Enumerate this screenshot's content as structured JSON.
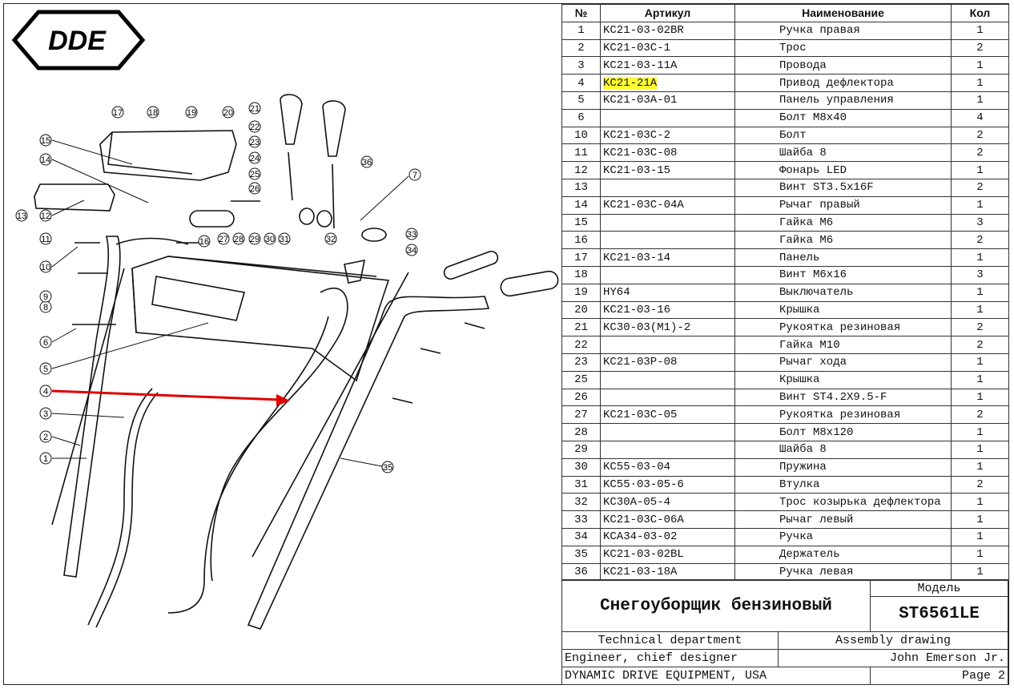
{
  "logo": {
    "text": "DDE"
  },
  "table": {
    "headers": {
      "num": "№",
      "article": "Артикул",
      "name": "Наименование",
      "qty": "Кол"
    },
    "rows": [
      {
        "num": "1",
        "article": "KC21-03-02BR",
        "name": "Ручка правая",
        "qty": "1"
      },
      {
        "num": "2",
        "article": "KC21-03C-1",
        "name": "Трос",
        "qty": "2"
      },
      {
        "num": "3",
        "article": "KC21-03-11A",
        "name": "Провода",
        "qty": "1"
      },
      {
        "num": "4",
        "article": "KC21-21A",
        "name": "Привод дефлектора",
        "qty": "1",
        "highlight": true
      },
      {
        "num": "5",
        "article": "KC21-03A-01",
        "name": "Панель управления",
        "qty": "1"
      },
      {
        "num": "6",
        "article": "",
        "name": "Болт М8х40",
        "qty": "4"
      },
      {
        "num": "10",
        "article": "KC21-03C-2",
        "name": "Болт",
        "qty": "2"
      },
      {
        "num": "11",
        "article": "KC21-03C-08",
        "name": "Шайба 8",
        "qty": "2"
      },
      {
        "num": "12",
        "article": "KC21-03-15",
        "name": "Фонарь LED",
        "qty": "1"
      },
      {
        "num": "13",
        "article": "",
        "name": "Винт ST3.5х16F",
        "qty": "2"
      },
      {
        "num": "14",
        "article": "KC21-03C-04A",
        "name": "Рычаг правый",
        "qty": "1"
      },
      {
        "num": "15",
        "article": "",
        "name": "Гайка М6",
        "qty": "3"
      },
      {
        "num": "16",
        "article": "",
        "name": "Гайка М6",
        "qty": "2"
      },
      {
        "num": "17",
        "article": "KC21-03-14",
        "name": "Панель",
        "qty": "1"
      },
      {
        "num": "18",
        "article": "",
        "name": "Винт М6х16",
        "qty": "3"
      },
      {
        "num": "19",
        "article": "HY64",
        "name": "Выключатель",
        "qty": "1"
      },
      {
        "num": "20",
        "article": "KC21-03-16",
        "name": "Крышка",
        "qty": "1"
      },
      {
        "num": "21",
        "article": "KC30-03(M1)-2",
        "name": "Рукоятка резиновая",
        "qty": "2"
      },
      {
        "num": "22",
        "article": "",
        "name": "Гайка М10",
        "qty": "2"
      },
      {
        "num": "23",
        "article": "KC21-03P-08",
        "name": "Рычаг хода",
        "qty": "1"
      },
      {
        "num": "25",
        "article": "",
        "name": "Крышка",
        "qty": "1"
      },
      {
        "num": "26",
        "article": "",
        "name": "Винт ST4.2X9.5-F",
        "qty": "1"
      },
      {
        "num": "27",
        "article": "KC21-03C-05",
        "name": "Рукоятка резиновая",
        "qty": "2"
      },
      {
        "num": "28",
        "article": "",
        "name": "Болт М8х120",
        "qty": "1"
      },
      {
        "num": "29",
        "article": "",
        "name": "Шайба 8",
        "qty": "1"
      },
      {
        "num": "30",
        "article": "KC55-03-04",
        "name": "Пружина",
        "qty": "1"
      },
      {
        "num": "31",
        "article": "KC55·03-05-6",
        "name": "Втулка",
        "qty": "2"
      },
      {
        "num": "32",
        "article": "KC30A-05-4",
        "name": "Трос козырька дефлектора",
        "qty": "1"
      },
      {
        "num": "33",
        "article": "KC21-03C-06A",
        "name": "Рычаг левый",
        "qty": "1"
      },
      {
        "num": "34",
        "article": "KCA34-03-02",
        "name": "Ручка",
        "qty": "1"
      },
      {
        "num": "35",
        "article": "KC21-03-02BL",
        "name": "Держатель",
        "qty": "1"
      },
      {
        "num": "36",
        "article": "KC21-03-18A",
        "name": "Ручка левая",
        "qty": "1"
      }
    ]
  },
  "titleblock": {
    "product": "Снегоуборщик бензиновый",
    "model_label": "Модель",
    "model": "ST6561LE",
    "dept": "Technical department",
    "drawing_type": "Assembly drawing",
    "role": "Engineer, chief designer",
    "engineer": "John Emerson Jr.",
    "company": "DYNAMIC DRIVE EQUIPMENT, USA",
    "page": "Page 2"
  },
  "callouts": [
    "1",
    "2",
    "3",
    "4",
    "5",
    "6",
    "7",
    "8",
    "9",
    "10",
    "11",
    "12",
    "13",
    "14",
    "15",
    "16",
    "17",
    "18",
    "19",
    "20",
    "21",
    "22",
    "23",
    "24",
    "25",
    "26",
    "27",
    "28",
    "29",
    "30",
    "31",
    "32",
    "33",
    "34",
    "35",
    "36"
  ],
  "colors": {
    "arrow": "#e00000",
    "highlight": "#ffff33",
    "line": "#111111"
  }
}
